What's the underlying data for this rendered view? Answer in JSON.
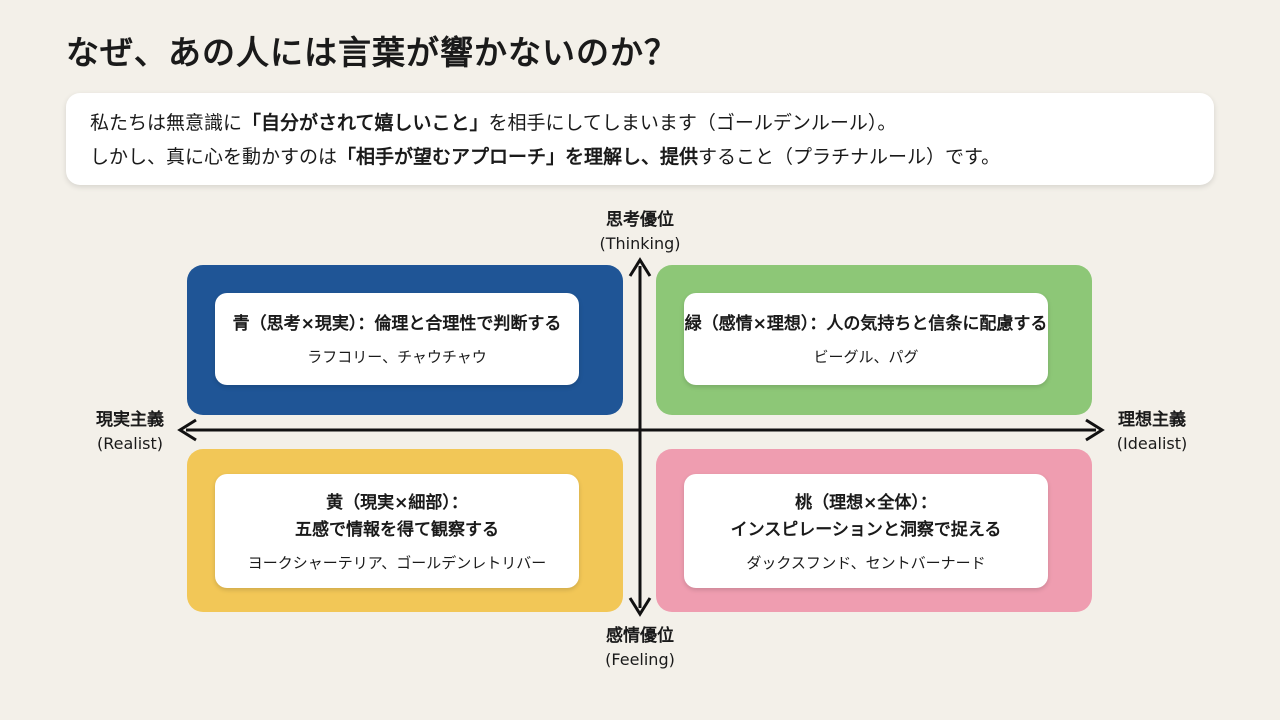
{
  "title": "なぜ、あの人には言葉が響かないのか？",
  "intro": {
    "line1": {
      "pre": "私たちは無意識に",
      "bold": "「自分がされて嬉しいこと」",
      "post": "を相手にしてしまいます（ゴールデンルール）。"
    },
    "line2": {
      "pre": "しかし、真に心を動かすのは",
      "bold1": "「相手が望むアプローチ」を理解し、",
      "bold2": "提供",
      "post": "すること（プラチナルール）です。"
    }
  },
  "axes": {
    "top": {
      "jp": "思考優位",
      "en": "(Thinking)"
    },
    "bottom": {
      "jp": "感情優位",
      "en": "(Feeling)"
    },
    "left": {
      "jp": "現実主義",
      "en": "(Realist)"
    },
    "right": {
      "jp": "理想主義",
      "en": "(Idealist)"
    }
  },
  "quadrants": {
    "blue": {
      "color": "#1f5596",
      "title": "青（思考×現実）：倫理と合理性で判断する",
      "examples": "ラフコリー、チャウチャウ"
    },
    "green": {
      "color": "#8dc777",
      "title": "緑（感情×理想）：人の気持ちと信条に配慮する",
      "examples": "ビーグル、パグ"
    },
    "yellow": {
      "color": "#f2c757",
      "title_line1": "黄（現実×細部）：",
      "title_line2": "五感で情報を得て観察する",
      "examples": "ヨークシャーテリア、ゴールデンレトリバー"
    },
    "pink": {
      "color": "#ef9db0",
      "title_line1": "桃（理想×全体）：",
      "title_line2": "インスピレーションと洞察で捉える",
      "examples": "ダックスフンド、セントバーナード"
    }
  }
}
